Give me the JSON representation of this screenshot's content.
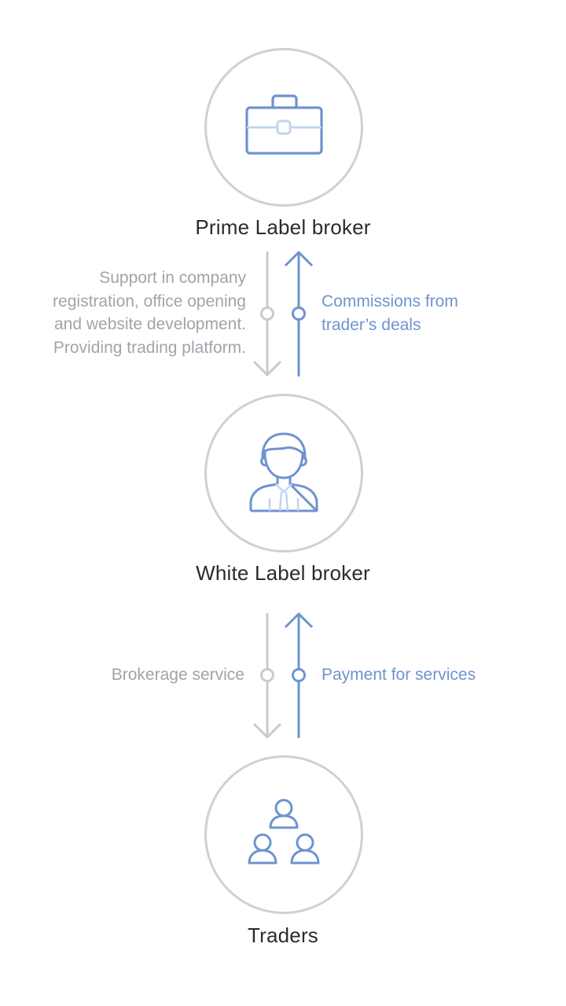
{
  "colors": {
    "circle_border": "#cfd0d6",
    "icon_primary": "#6f93cf",
    "icon_light": "#c3d3ef",
    "down_arrow": "#c9cacf",
    "up_arrow": "#6f93cf",
    "label_text": "#2b2b2f",
    "left_text": "#a2a3ab",
    "right_text": "#6f93cf"
  },
  "nodes": [
    {
      "id": "prime",
      "label": "Prime Label broker",
      "icon": "briefcase-icon"
    },
    {
      "id": "white",
      "label": "White Label broker",
      "icon": "businessman-icon"
    },
    {
      "id": "traders",
      "label": "Traders",
      "icon": "people-group-icon"
    }
  ],
  "flows": [
    {
      "down_text_lines": [
        "Support in company",
        "registration, office opening",
        "and website development.",
        "Providing trading platform."
      ],
      "up_text_lines": [
        "Commissions from",
        "trader’s deals"
      ]
    },
    {
      "down_text_lines": [
        "Brokerage service"
      ],
      "up_text_lines": [
        "Payment for services"
      ]
    }
  ]
}
